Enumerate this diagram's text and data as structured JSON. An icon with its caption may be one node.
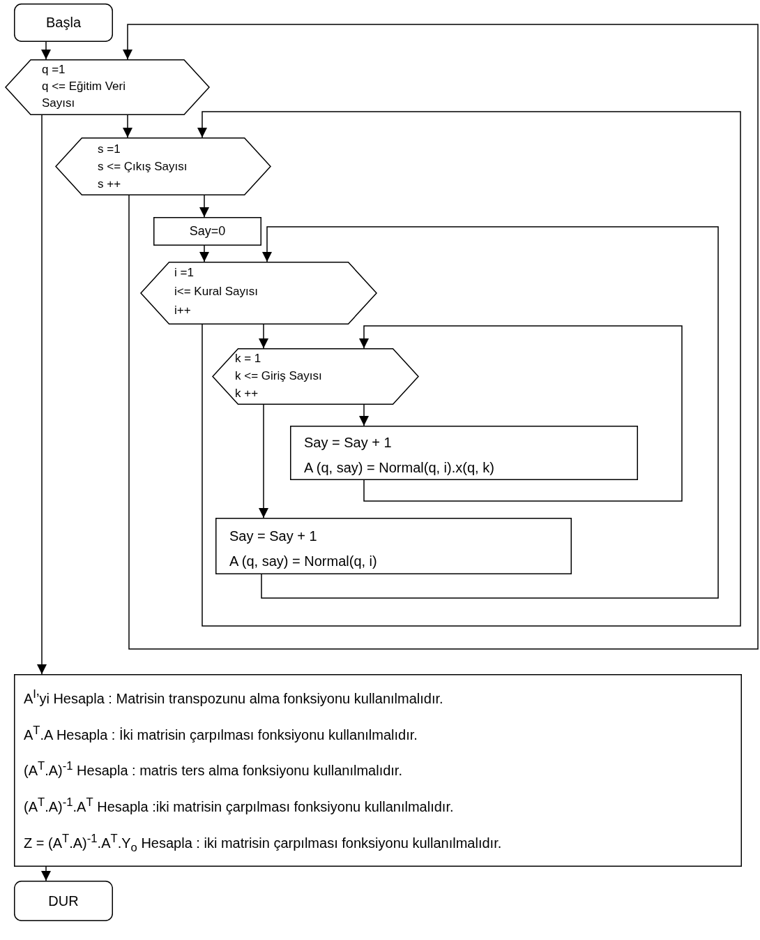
{
  "diagram": {
    "nodes": [
      {
        "text": [
          "Başla"
        ]
      },
      {
        "text": [
          "q =1",
          "q <= Eğitim Veri Sayısı"
        ]
      },
      {
        "text": [
          "s =1",
          "s <= Çıkış Sayısı",
          "s ++"
        ]
      },
      {
        "text": [
          "Say=0"
        ]
      },
      {
        "text": [
          "i =1",
          "i<= Kural Sayısı",
          "i++"
        ]
      },
      {
        "text": [
          "k = 1",
          "k <= Giriş Sayısı",
          "k ++"
        ]
      },
      {
        "text": [
          "Say = Say + 1",
          "A (q, say) = Normal(q, i).x(q,  k)"
        ]
      },
      {
        "text": [
          "Say = Say + 1",
          "A (q, say) = Normal(q, i)"
        ]
      },
      {
        "text": [
          "A$^{I}$’yi Hesapla : Matrisin transpozunu alma fonksiyonu kullanılmalıdır.",
          "A$^{T}$.A Hesapla : İki matrisin çarpılması fonksiyonu kullanılmalıdır.",
          "(A$^{T}$.A)$^{-1}$ Hesapla : matris ters alma fonksiyonu kullanılmalıdır.",
          "(A$^{T}$.A)$^{-1}$.A$^{T}$ Hesapla :iki matrisin çarpılması fonksiyonu kullanılmalıdır.",
          "Z = (A$^{T}$.A)$^{-1}$.A$^{T}$.Y$_{o}$ Hesapla : iki matrisin çarpılması fonksiyonu kullanılmalıdır."
        ]
      },
      {
        "text": [
          "DUR"
        ]
      }
    ],
    "edges": [
      {
        "from": 0,
        "to": 1,
        "arrow": "to"
      },
      {
        "from": 1,
        "to": 2,
        "arrow": "to"
      },
      {
        "from": 2,
        "to": 3,
        "arrow": "to"
      },
      {
        "from": 3,
        "to": 4,
        "arrow": "to"
      },
      {
        "from": 4,
        "to": 5,
        "arrow": "to"
      },
      {
        "from": 5,
        "to": 6,
        "arrow": "to"
      },
      {
        "from": 6,
        "to": 5,
        "arrow": "to"
      },
      {
        "from": 5,
        "to": 7,
        "arrow": "to"
      },
      {
        "from": 7,
        "to": 4,
        "arrow": "to"
      },
      {
        "from": 4,
        "to": 2,
        "arrow": "to"
      },
      {
        "from": 2,
        "to": 1,
        "arrow": "to"
      },
      {
        "from": 1,
        "to": 8,
        "arrow": "to"
      },
      {
        "from": 8,
        "to": 9,
        "arrow": "to"
      }
    ]
  }
}
